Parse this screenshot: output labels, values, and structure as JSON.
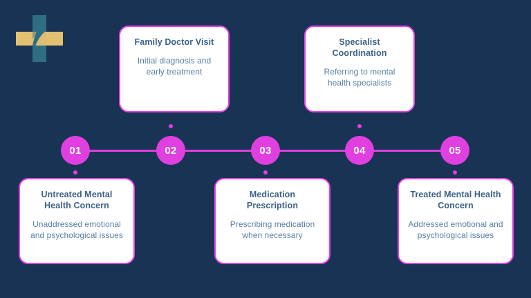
{
  "page": {
    "background_color": "#183353",
    "accent_color": "#E040E0",
    "card_background": "#FFFFFF",
    "title_color": "#3C6089",
    "body_color": "#5A7FA8"
  },
  "logo": {
    "name": "medical-cross-logo",
    "cross_color": "#2E6E82",
    "bar_color": "#E3C172"
  },
  "timeline": {
    "nodes": [
      {
        "number": "01",
        "position": "bottom"
      },
      {
        "number": "02",
        "position": "top"
      },
      {
        "number": "03",
        "position": "bottom"
      },
      {
        "number": "04",
        "position": "top"
      },
      {
        "number": "05",
        "position": "bottom"
      }
    ]
  },
  "cards": [
    {
      "id": "01",
      "title": "Untreated Mental Health Concern",
      "body": "Unaddressed emotional and psychological issues"
    },
    {
      "id": "02",
      "title": "Family Doctor Visit",
      "body": "Initial diagnosis and early treatment"
    },
    {
      "id": "03",
      "title": "Medication Prescription",
      "body": "Prescribing medication when necessary"
    },
    {
      "id": "04",
      "title": "Specialist Coordination",
      "body": "Referring to mental health specialists"
    },
    {
      "id": "05",
      "title": "Treated Mental Health Concern",
      "body": "Addressed emotional and psychological issues"
    }
  ]
}
